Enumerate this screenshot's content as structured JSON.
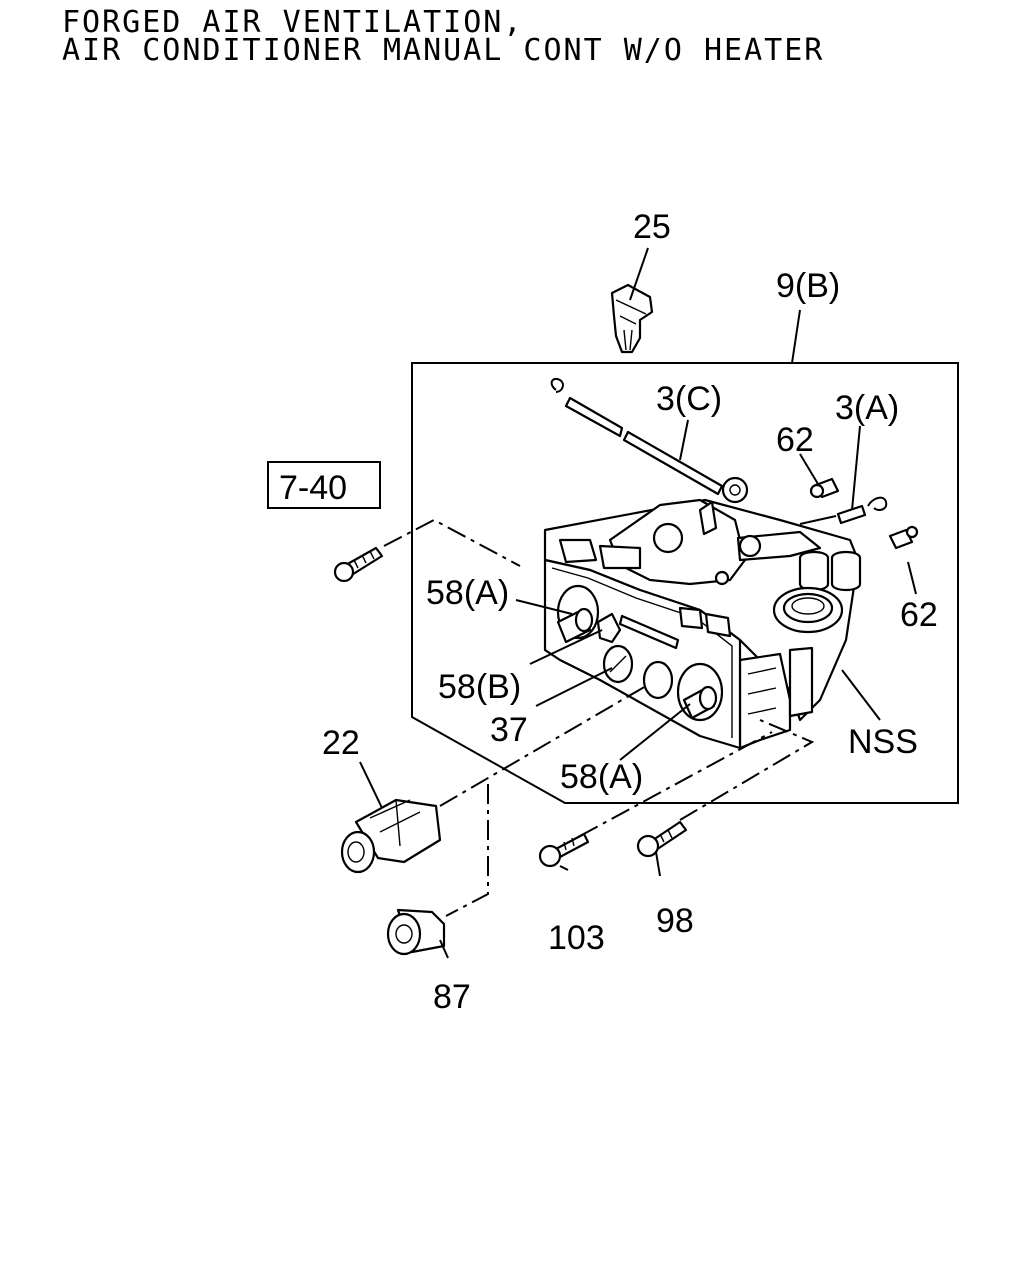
{
  "title": {
    "line1": "FORGED AIR VENTILATION,",
    "line2": "AIR CONDITIONER MANUAL CONT W/O HEATER"
  },
  "callouts": {
    "p25": "25",
    "p9b": "9(B)",
    "p3c": "3(C)",
    "p3a": "3(A)",
    "p62_top": "62",
    "p62_right": "62",
    "p7_40": "7-40",
    "p58a_upper": "58(A)",
    "p58b": "58(B)",
    "p37": "37",
    "p58a_lower": "58(A)",
    "nss": "NSS",
    "p22": "22",
    "p103": "103",
    "p98": "98",
    "p87": "87"
  }
}
